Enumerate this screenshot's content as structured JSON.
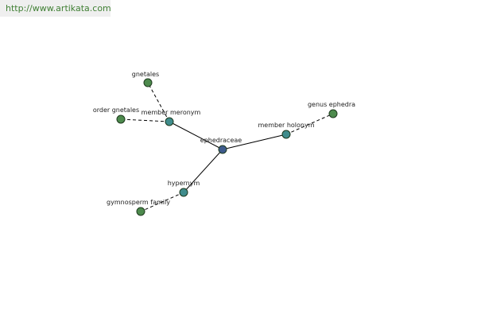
{
  "banner": {
    "url": "http://www.artikata.com",
    "text_color": "#3f7f33"
  },
  "colors": {
    "center_node": "#3d5a8c",
    "relation_node": "#3f8c8c",
    "term_node": "#4d8a4d",
    "node_stroke": "#1e3a1e",
    "edge": "#000000"
  },
  "graph": {
    "center": {
      "id": "ephedraceae",
      "label": "ephedraceae"
    },
    "relations": [
      {
        "id": "member-meronym",
        "label": "member meronym"
      },
      {
        "id": "member-holonym",
        "label": "member holonym"
      },
      {
        "id": "hypernym",
        "label": "hypernym"
      }
    ],
    "terms": [
      {
        "id": "gnetales",
        "label": "gnetales",
        "relation": "member-meronym"
      },
      {
        "id": "order-gnetales",
        "label": "order gnetales",
        "relation": "member-meronym"
      },
      {
        "id": "genus-ephedra",
        "label": "genus ephedra",
        "relation": "member-holonym"
      },
      {
        "id": "gymnosperm-family",
        "label": "gymnosperm family",
        "relation": "hypernym"
      }
    ]
  }
}
